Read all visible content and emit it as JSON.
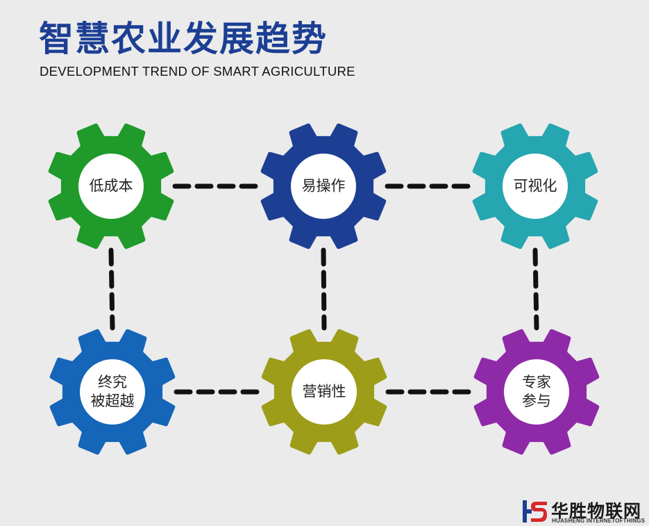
{
  "header": {
    "title": "智慧农业发展趋势",
    "subtitle": "DEVELOPMENT TREND OF SMART AGRICULTURE"
  },
  "gears": [
    {
      "id": "low-cost",
      "lines": [
        "低成本"
      ],
      "color": "#1f9a2b"
    },
    {
      "id": "easy-operation",
      "lines": [
        "易操作"
      ],
      "color": "#1c3f94"
    },
    {
      "id": "visualization",
      "lines": [
        "可视化"
      ],
      "color": "#25a6b0"
    },
    {
      "id": "surpassed",
      "lines": [
        "终究",
        "被超越"
      ],
      "color": "#1565b8"
    },
    {
      "id": "marketing",
      "lines": [
        "营销性"
      ],
      "color": "#9e9d1a"
    },
    {
      "id": "expert",
      "lines": [
        "专家",
        "参与"
      ],
      "color": "#8e2aa8"
    }
  ],
  "brand": {
    "name": "华胜物联网",
    "sub": "HUASHENG INTERNETOFTHINGS",
    "mark_colors": [
      "#1c3f94",
      "#d6282c"
    ]
  }
}
